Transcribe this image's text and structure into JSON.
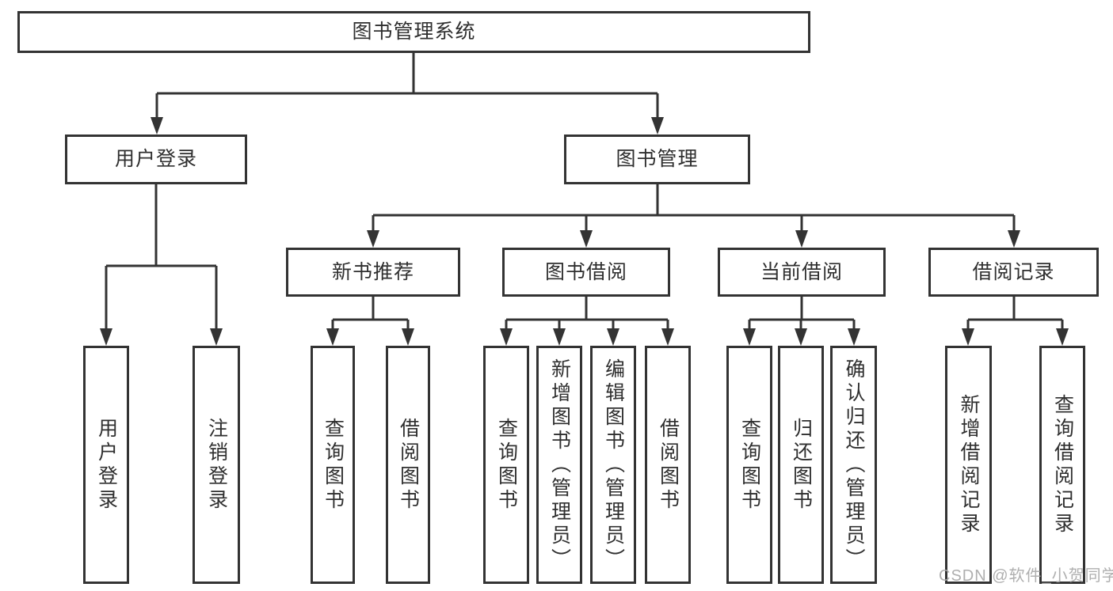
{
  "diagram_title": "图书管理系统",
  "tree": {
    "label": "图书管理系统",
    "children": [
      {
        "label": "用户登录",
        "children": [
          {
            "label": "用户登录"
          },
          {
            "label": "注销登录"
          }
        ]
      },
      {
        "label": "图书管理",
        "children": [
          {
            "label": "新书推荐",
            "children": [
              {
                "label": "查询图书"
              },
              {
                "label": "借阅图书"
              }
            ]
          },
          {
            "label": "图书借阅",
            "children": [
              {
                "label": "查询图书"
              },
              {
                "label": "新增图书（管理员）"
              },
              {
                "label": "编辑图书（管理员）"
              },
              {
                "label": "借阅图书"
              }
            ]
          },
          {
            "label": "当前借阅",
            "children": [
              {
                "label": "查询图书"
              },
              {
                "label": "归还图书"
              },
              {
                "label": "确认归还（管理员）"
              }
            ]
          },
          {
            "label": "借阅记录",
            "children": [
              {
                "label": "新增借阅记录"
              },
              {
                "label": "查询借阅记录"
              }
            ]
          }
        ]
      }
    ]
  },
  "watermark": {
    "text": "CSDN @软件_小贺同学"
  },
  "colors": {
    "line": "#333333",
    "box_border": "#333333",
    "box_background": "#ffffff",
    "text": "#2f2f2f",
    "watermark": "#ababab"
  }
}
